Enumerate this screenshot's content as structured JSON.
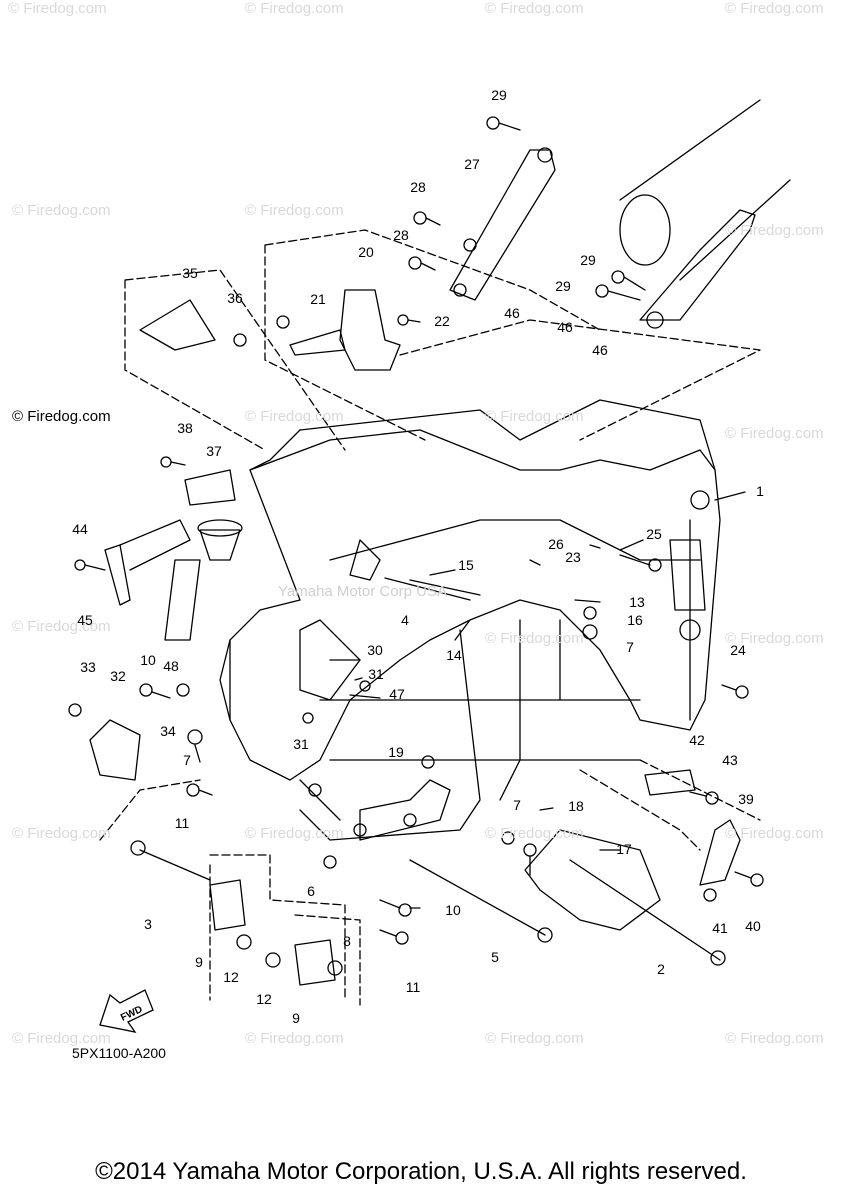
{
  "watermark_text": "© Firedog.com",
  "watermark_center": "Yamaha Motor Corp USA",
  "diagram_code": "5PX1100-A200",
  "copyright": "©2014 Yamaha Motor Corporation, U.S.A. All rights reserved.",
  "fwd_label": "FWD",
  "part_numbers": [
    "1",
    "2",
    "3",
    "4",
    "5",
    "6",
    "7",
    "8",
    "9",
    "10",
    "11",
    "12",
    "13",
    "14",
    "15",
    "16",
    "17",
    "18",
    "19",
    "20",
    "21",
    "22",
    "23",
    "24",
    "25",
    "26",
    "27",
    "28",
    "29",
    "30",
    "31",
    "32",
    "33",
    "34",
    "35",
    "36",
    "37",
    "38",
    "39",
    "40",
    "41",
    "42",
    "43",
    "44",
    "45",
    "46",
    "47",
    "48"
  ],
  "line_color": "#000000"
}
